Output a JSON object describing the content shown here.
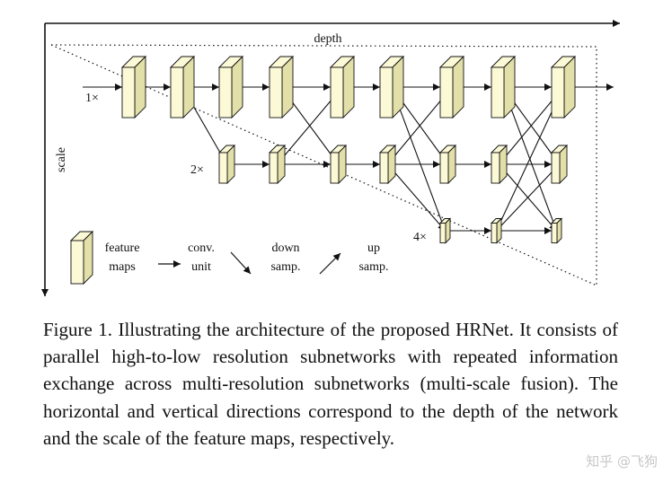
{
  "figure": {
    "axis_depth": "depth",
    "axis_scale": "scale",
    "scale_labels": {
      "s1": "1×",
      "s2": "2×",
      "s4": "4×"
    },
    "legend": {
      "feature_line1": "feature",
      "feature_line2": "maps",
      "conv_line1": "conv.",
      "conv_line2": "unit",
      "down_line1": "down",
      "down_line2": "samp.",
      "up_line1": "up",
      "up_line2": "samp."
    },
    "colors": {
      "block_face": "#fbf9d6",
      "block_side": "#e2dfa8",
      "line": "#111111"
    }
  },
  "caption": "Figure 1. Illustrating the architecture of the proposed HRNet. It consists of parallel high-to-low resolution subnetworks with repeated information exchange across multi-resolution subnetworks (multi-scale fusion). The horizontal and vertical directions correspond to the depth of the network and the scale of the feature maps, respectively.",
  "watermark": "知乎 @飞狗"
}
